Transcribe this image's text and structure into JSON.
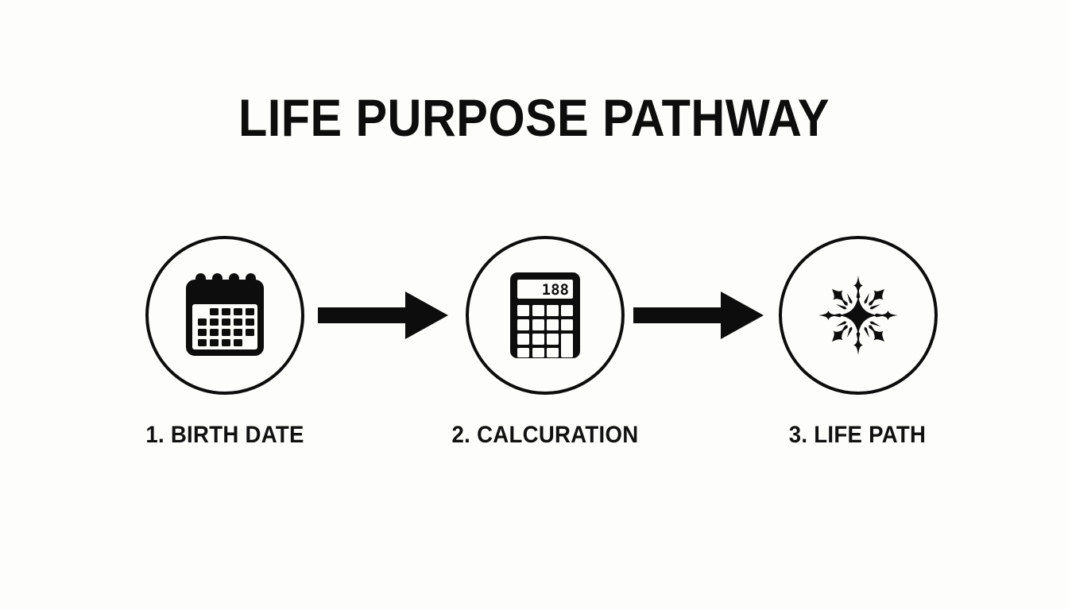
{
  "page": {
    "title": "LIFE PURPOSE PATHWAY",
    "background_color": "#fdfdfc",
    "ink_color": "#0d0d0d"
  },
  "steps": [
    {
      "number": "1",
      "label": "1. BIRTH DATE",
      "icon": "calendar-icon"
    },
    {
      "number": "2",
      "label": "2. CALCURATION",
      "icon": "calculator-icon",
      "display_value": "188"
    },
    {
      "number": "3",
      "label": "3. LIFE PATH",
      "icon": "sparkle-icon"
    }
  ],
  "connectors": [
    {
      "name": "arrow-1",
      "direction": "right"
    },
    {
      "name": "arrow-2",
      "direction": "right"
    }
  ]
}
